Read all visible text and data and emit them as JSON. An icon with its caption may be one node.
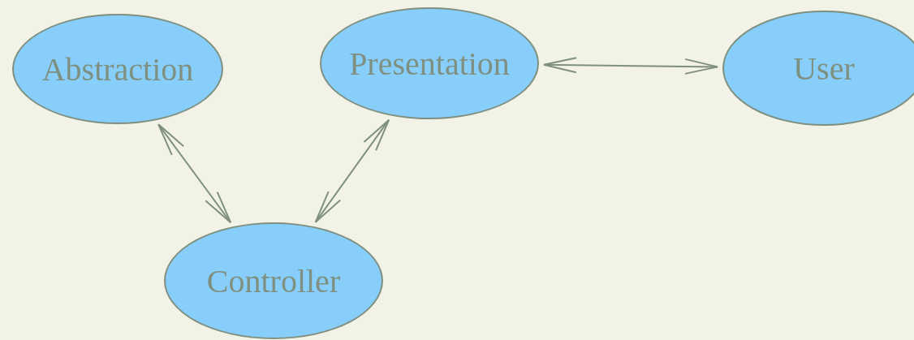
{
  "diagram": {
    "nodes": [
      {
        "text": [
          "Abstraction"
        ]
      },
      {
        "text": [
          "Presentation"
        ]
      },
      {
        "text": [
          "User"
        ]
      },
      {
        "text": [
          "Controller"
        ]
      }
    ],
    "edges": [
      {
        "from": 0,
        "to": 3,
        "arrow": "both"
      },
      {
        "from": 1,
        "to": 3,
        "arrow": "both"
      },
      {
        "from": 1,
        "to": 2,
        "arrow": "both"
      }
    ]
  }
}
